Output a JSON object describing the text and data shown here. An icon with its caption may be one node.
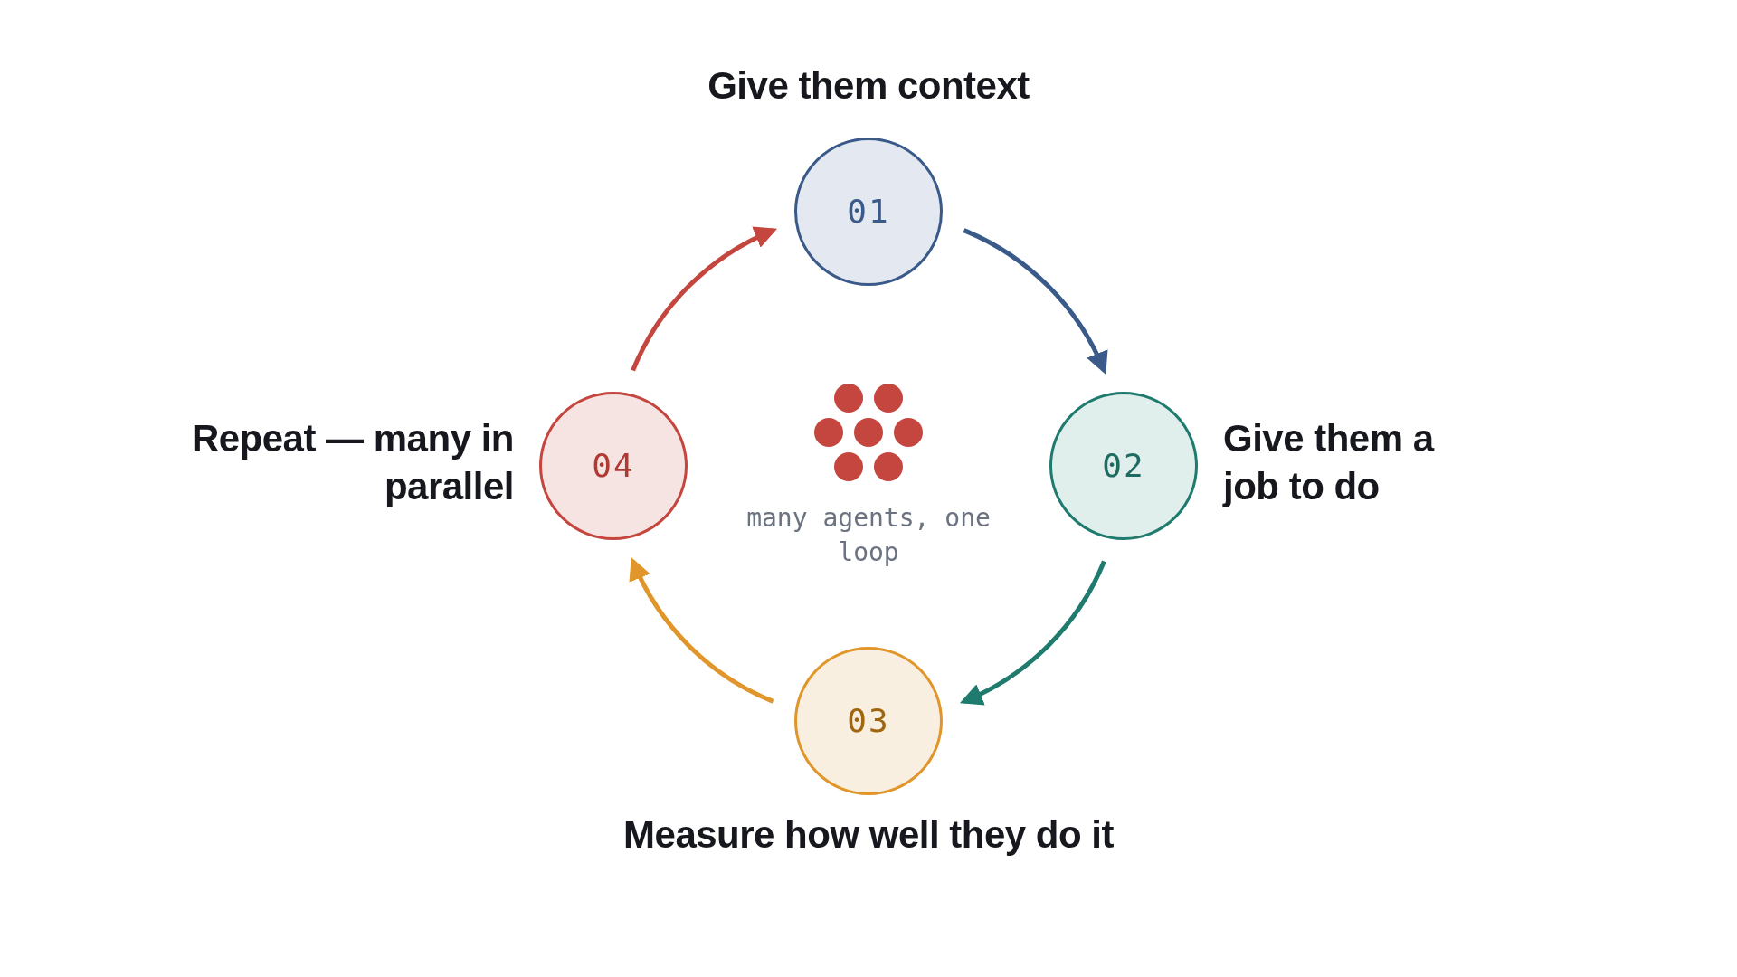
{
  "diagram": {
    "nodes": [
      {
        "text": [
          "01"
        ],
        "beside": [
          "Give them context"
        ]
      },
      {
        "text": [
          "02"
        ],
        "beside": [
          "Give them a job to do"
        ]
      },
      {
        "text": [
          "03"
        ],
        "beside": [
          "Measure how well they do it"
        ]
      },
      {
        "text": [
          "04"
        ],
        "beside": [
          "Repeat — many in parallel"
        ]
      }
    ],
    "edges": [
      {
        "from": 0,
        "to": 1,
        "arrow": "to",
        "color": "#3a5a8a"
      },
      {
        "from": 1,
        "to": 2,
        "arrow": "to",
        "color": "#1e7b6e"
      },
      {
        "from": 2,
        "to": 3,
        "arrow": "to",
        "color": "#e0962a"
      },
      {
        "from": 3,
        "to": 0,
        "arrow": "to",
        "color": "#c4463e"
      }
    ],
    "labels": [
      "many agents, one loop"
    ]
  }
}
